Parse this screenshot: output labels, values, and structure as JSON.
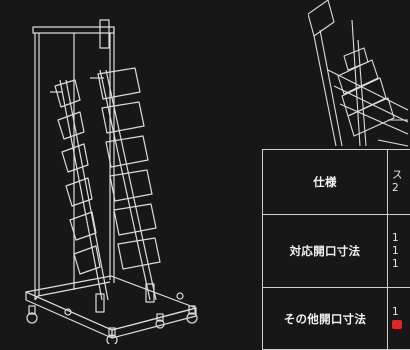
{
  "spec": {
    "rows": [
      {
        "label": "仕様",
        "value_lines": [
          "ス",
          "2"
        ]
      },
      {
        "label": "対応開口寸法",
        "value_lines": [
          "1",
          "1",
          "1"
        ]
      },
      {
        "label": "その他開口寸法",
        "value_lines": [
          "1"
        ]
      }
    ]
  },
  "colors": {
    "background": "#171717",
    "line": "#dcdcdc",
    "badge": "#d82a2a"
  }
}
